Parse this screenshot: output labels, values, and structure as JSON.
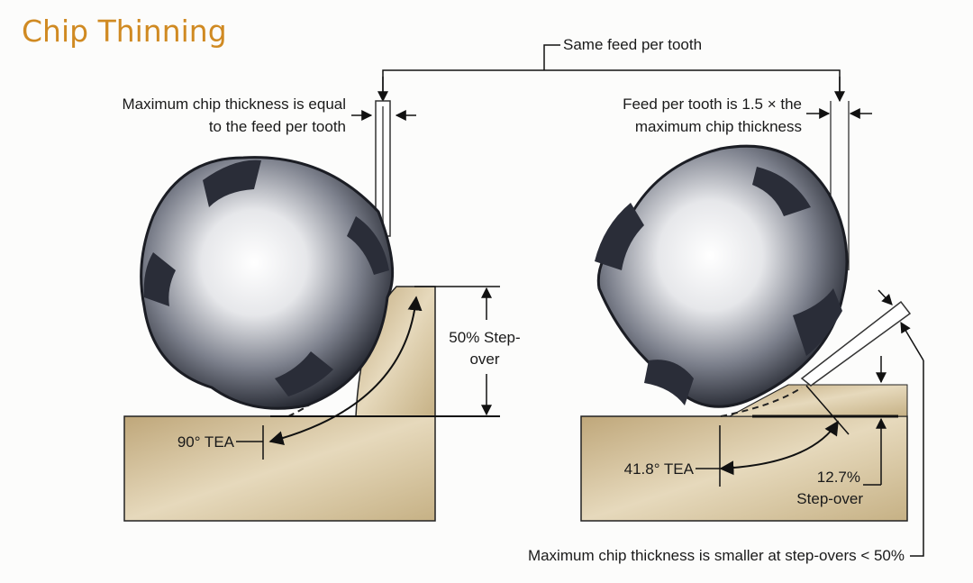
{
  "title": "Chip Thinning",
  "colors": {
    "title": "#d08a22",
    "workpiece": "#c9b48a",
    "cutter_dark": "#2a2d38"
  },
  "labels": {
    "same_feed": "Same feed per tooth",
    "left_max_line1": "Maximum chip thickness is equal",
    "left_max_line2": "to the feed per tooth",
    "right_feed_line1": "Feed per tooth is 1.5 × the",
    "right_feed_line2": "maximum chip thickness",
    "left_stepover_line1": "50% Step-",
    "left_stepover_line2": "over",
    "left_tea": "90° TEA",
    "right_tea": "41.8° TEA",
    "right_stepover_line1": "12.7%",
    "right_stepover_line2": "Step-over",
    "bottom_note": "Maximum chip thickness is smaller at step-overs < 50%"
  }
}
